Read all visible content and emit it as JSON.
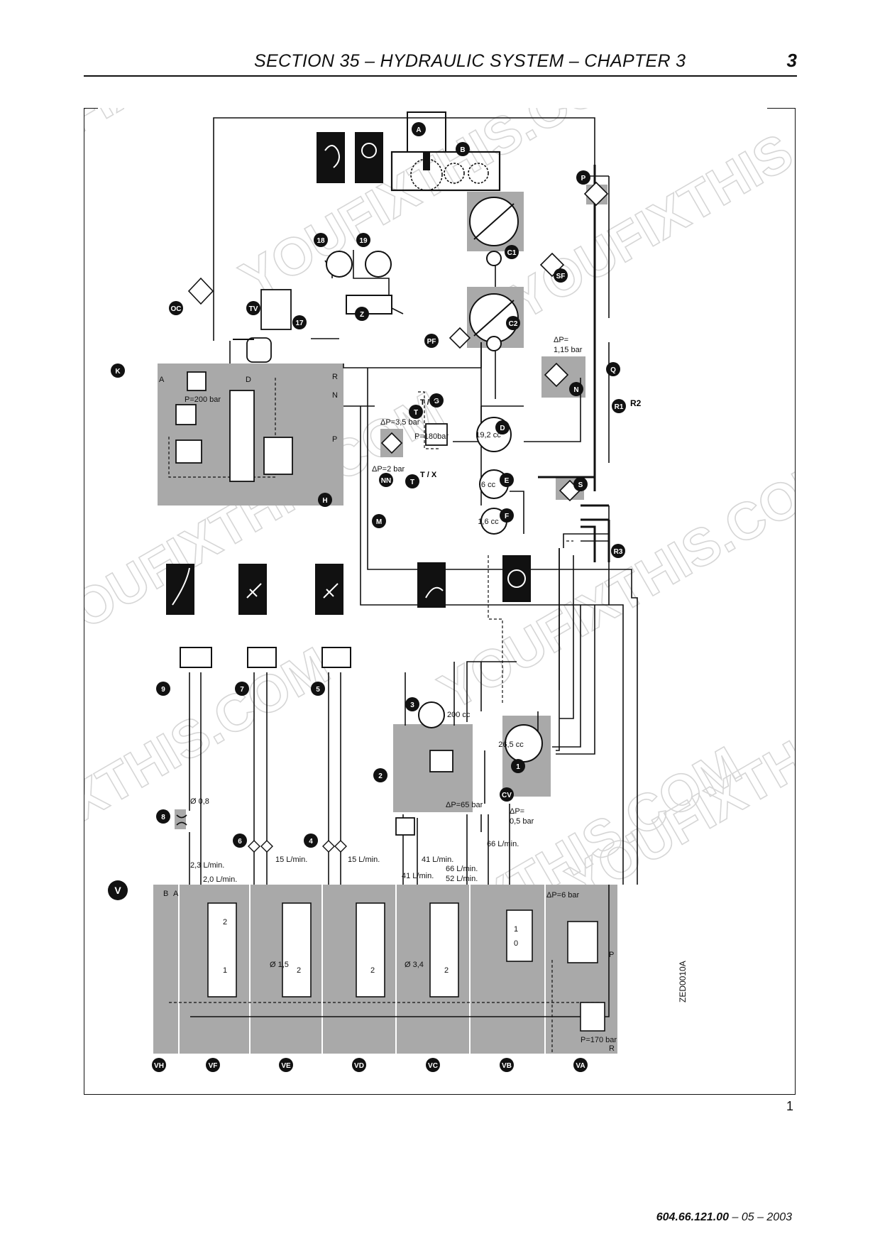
{
  "header": {
    "title": "SECTION 35 – HYDRAULIC SYSTEM – CHAPTER 3",
    "page_number": "3"
  },
  "figure": {
    "figure_number": "1",
    "drawing_code": "ZED0010A",
    "watermark": "YOUFIXTHIS.COM",
    "components": {
      "A": "A",
      "B": "B",
      "C1": "C1",
      "C2": "C2",
      "D": "D",
      "E": "E",
      "F": "F",
      "G": "G",
      "H": "H",
      "K": "K",
      "M": "M",
      "N": "N",
      "NN": "NN",
      "P": "P",
      "PF": "PF",
      "Q": "Q",
      "R1": "R1",
      "R2": "R2",
      "R3": "R3",
      "S": "S",
      "SF": "SF",
      "T": "T",
      "TX": "T / X",
      "TY": "T / Y",
      "TV": "TV",
      "OC": "OC",
      "Z": "Z",
      "V": "V",
      "CV": "CV",
      "n1": "1",
      "n2": "2",
      "n3": "3",
      "n4": "4",
      "n5": "5",
      "n6": "6",
      "n7": "7",
      "n8": "8",
      "n9": "9",
      "n17": "17",
      "n18": "18",
      "n19": "19"
    },
    "valve_sections": [
      "VH",
      "VF",
      "VE",
      "VD",
      "VC",
      "VB",
      "VA"
    ],
    "labels": {
      "pump_d": "19,2 cc",
      "pump_e": "6 cc",
      "pump_f": "1,6 cc",
      "pump_1": "26,5 cc",
      "motor_3": "200 cc",
      "g_relief": "P=180bar",
      "nn_dp": "ΔP=3,5 bar",
      "m_dp": "ΔP=2 bar",
      "n_dp_a": "ΔP=",
      "n_dp_b": "1,15 bar",
      "h_relief": "P=200 bar",
      "two_dp": "ΔP=65 bar",
      "cv_dp_a": "ΔP=",
      "cv_dp_b": "0,5 bar",
      "va_dp": "ΔP=6 bar",
      "va_relief": "P=170 bar",
      "orifice_8": "Ø 0,8",
      "orifice_ve": "Ø 1,5",
      "orifice_vc": "Ø 3,4",
      "flow_23": "2,3 L/min.",
      "flow_20": "2,0 L/min.",
      "flow_15a": "15 L/min.",
      "flow_15b": "15 L/min.",
      "flow_41a": "41 L/min.",
      "flow_41b": "41 L/min.",
      "flow_66": "66 L/min.",
      "flow_52": "52 L/min.",
      "flow_66b": "66 L/min.",
      "port_A": "A",
      "port_B": "B",
      "port_P": "P",
      "port_R": "R",
      "port_N": "N",
      "port_D": "D",
      "pos_0": "0",
      "pos_1": "1",
      "pos_2": "2"
    }
  },
  "footer": {
    "doc_number": "604.66.121.00",
    "date": " – 05 – 2003"
  }
}
